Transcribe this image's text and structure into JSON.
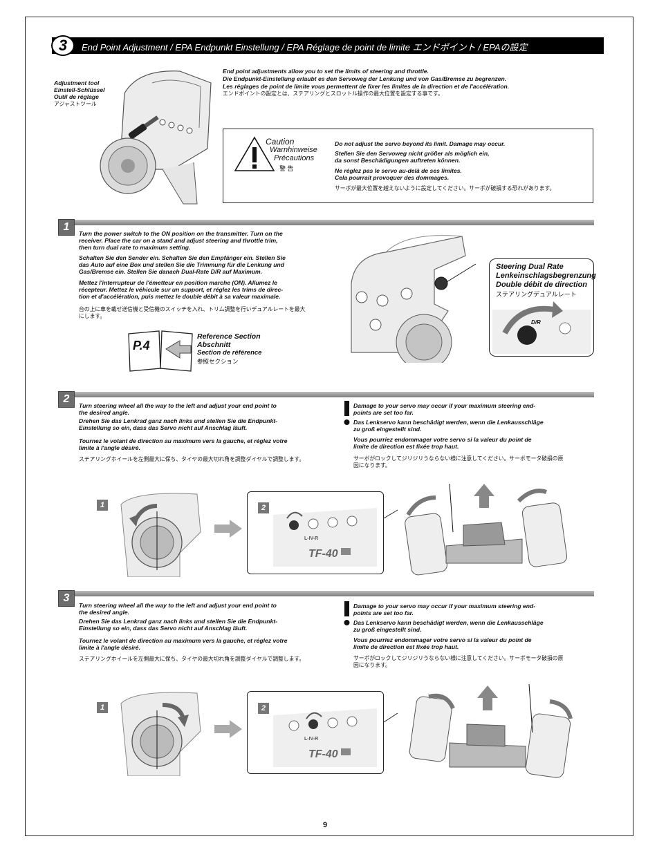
{
  "header": {
    "step_number": "3",
    "title": "End Point Adjustment / EPA   Endpunkt Einstellung / EPA   Réglage de point de limite  エンドポイント / EPAの設定"
  },
  "adjustment_tool": {
    "en": "Adjustment tool",
    "de": "Einstell-Schlüssel",
    "fr": "Outil de réglage",
    "ja": "アジャストツール"
  },
  "intro": {
    "en": "End point adjustments allow you to set the limits of steering and throttle.",
    "de": "Die Endpunkt-Einstellung erlaubt es den Servoweg der Lenkung und von Gas/Bremse zu begrenzen.",
    "fr": "Les réglages de point de limite vous permettent de fixer les limites de la direction et de l'accélération.",
    "ja": "エンドポイントの設定とは、ステアリングとスロットル操作の最大位置を設定する事です。"
  },
  "caution": {
    "en": "Caution",
    "de": "Warnhinweise",
    "fr": "Précautions",
    "ja": "警 告",
    "msg_en": "Do not adjust the servo beyond its limit. Damage may occur.",
    "msg_de_1": "Stellen Sie den Servoweg nicht größer als möglich ein,",
    "msg_de_2": "da sonst Beschädigungen auftreten können.",
    "msg_fr_1": "Ne réglez pas le servo au-delà de ses limites.",
    "msg_fr_2": "Cela pourrait provoquer des dommages.",
    "msg_ja": "サーボが最大位置を越えないように設定してください。サーボが破損する恐れがあります。"
  },
  "step1": {
    "badge": "1",
    "en_1": "Turn the power switch to the ON position on the transmitter. Turn on the",
    "en_2": "receiver. Place the car on a stand and adjust steering and throttle trim,",
    "en_3": "then turn dual rate to maximum setting.",
    "de_1": "Schalten Sie den Sender ein. Schalten Sie den Empfänger ein. Stellen Sie",
    "de_2": "das Auto auf eine Box und stellen Sie die Trimmung für die Lenkung und",
    "de_3": "Gas/Bremse ein. Stellen Sie danach Dual-Rate D/R auf Maximum.",
    "fr_1": "Mettez l'interrupteur de l'émetteur en position marche (ON). Allumez le",
    "fr_2": "récepteur. Mettez le véhicule sur un support, et réglez les trims de direc-",
    "fr_3": "tion et d'accélération, puis mettez le double débit à sa valeur maximale.",
    "ja_1": "台の上に車を載せ送信機と受信機のスイッチを入れ、トリム調整を行いデュアルレートを最大",
    "ja_2": "にします。",
    "ref_page": "P.4",
    "ref_en": "Reference Section",
    "ref_de": "Abschnitt",
    "ref_fr": "Section de référence",
    "ref_ja": "参照セクション",
    "dr_en": "Steering Dual Rate",
    "dr_de": "Lenkeinschlagsbegrenzung",
    "dr_fr": "Double débit de direction",
    "dr_ja": "ステアリングデュアルレート",
    "dr_knob": "D/R"
  },
  "step2": {
    "badge": "2",
    "en_1": "Turn steering wheel all the way to the left and adjust your end point to",
    "en_2": "the desired angle.",
    "de_1": "Drehen Sie das Lenkrad ganz nach links und stellen Sie die Endpunkt-",
    "de_2": "Einstellung so ein, dass das Servo nicht auf Anschlag läuft.",
    "fr_1": "Tournez le volant de direction au maximum vers la gauche, et réglez votre",
    "fr_2": "limite à l'angle désiré.",
    "ja": "ステアリングホイールを左側最大に保ち、タイヤの最大切れ角を調整ダイヤルで調整します。"
  },
  "step3": {
    "badge": "3",
    "en_1": "Turn steering wheel all the way to the left and adjust your end point to",
    "en_2": "the desired angle.",
    "de_1": "Drehen Sie das Lenkrad ganz nach links und stellen Sie die Endpunkt-",
    "de_2": "Einstellung so ein, dass das Servo nicht auf Anschlag läuft.",
    "fr_1": "Tournez le volant de direction au maximum vers la gauche, et réglez votre",
    "fr_2": "limite à l'angle désiré.",
    "ja": "ステアリングホイールを左側最大に保ち、タイヤの最大切れ角を調整ダイヤルで調整します。"
  },
  "warning": {
    "en_1": "Damage to your servo may occur if your maximum steering end-",
    "en_2": "points are set too far.",
    "de_1": "Das Lenkservo kann beschädigt werden, wenn die Lenkausschläge",
    "de_2": "zu groß eingestellt sind.",
    "fr_1": "Vous pourriez endommager votre servo si la valeur du point de",
    "fr_2": "limite de direction est fixée trop haut.",
    "ja_1": "サーボがロックしてジリジリうならない様に注意してください。サーボモータ破損の原",
    "ja_2": "因になります。"
  },
  "figure": {
    "sub1": "1",
    "sub2": "2",
    "tx_model": "TF-40",
    "tx_brand": "L-IV-R"
  },
  "page_number": "9"
}
